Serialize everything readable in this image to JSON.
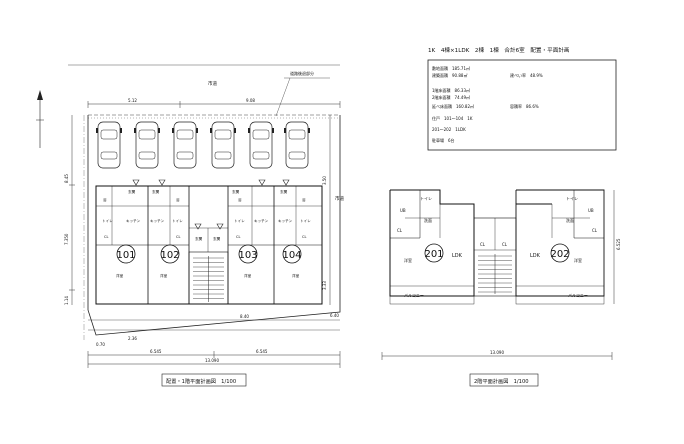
{
  "title_block": {
    "heading": "1K　4棟×1LDK　2棟　1棟　合計6室　配置・平面計画",
    "lines": [
      "敷地面積　185.71㎡",
      "建築面積　90.88㎡",
      "建ぺい率　48.9%",
      "1階床面積　86.33㎡",
      "2階床面積　74.49㎡",
      "延べ床面積　160.82㎡",
      "容積率　86.6%",
      "住戸　101〜104　1K",
      "201〜202　1LDK",
      "駐車場　6台"
    ]
  },
  "plan1": {
    "road_label": "市道",
    "road_label_right": "市道",
    "setback_label": "道路後退部分",
    "units": [
      "101",
      "102",
      "103",
      "104"
    ],
    "room_labels": {
      "entrance": "玄関",
      "bath": "浴",
      "toilet": "トイレ",
      "kitchen": "キッチン",
      "cl": "CL",
      "main": "洋室"
    },
    "dims": {
      "top_left": "5.12",
      "top_right": "9.08",
      "left_upper": "8.45",
      "left_total": "7.350",
      "left_lower": "1.14",
      "right_upper": "3.50",
      "right_lower": "3.33",
      "inner_1": "8.40",
      "inner_2": "6.40",
      "bottom_1": "6.545",
      "bottom_2": "6.545",
      "bottom_total": "13.090",
      "bottom_left": "0.70",
      "bottom_mid": "2.36"
    },
    "caption": "配置・1階平面計画図　1/100"
  },
  "plan2": {
    "units": [
      "201",
      "202"
    ],
    "room_labels": {
      "toilet": "トイレ",
      "wash": "洗面",
      "bath": "UB",
      "cl": "CL",
      "ldk": "LDK",
      "balcony": "バルコニー",
      "main": "洋室"
    },
    "dims": {
      "bottom_total": "13.090",
      "right_total": "6.525"
    },
    "caption": "2階平面計画図　1/100"
  }
}
